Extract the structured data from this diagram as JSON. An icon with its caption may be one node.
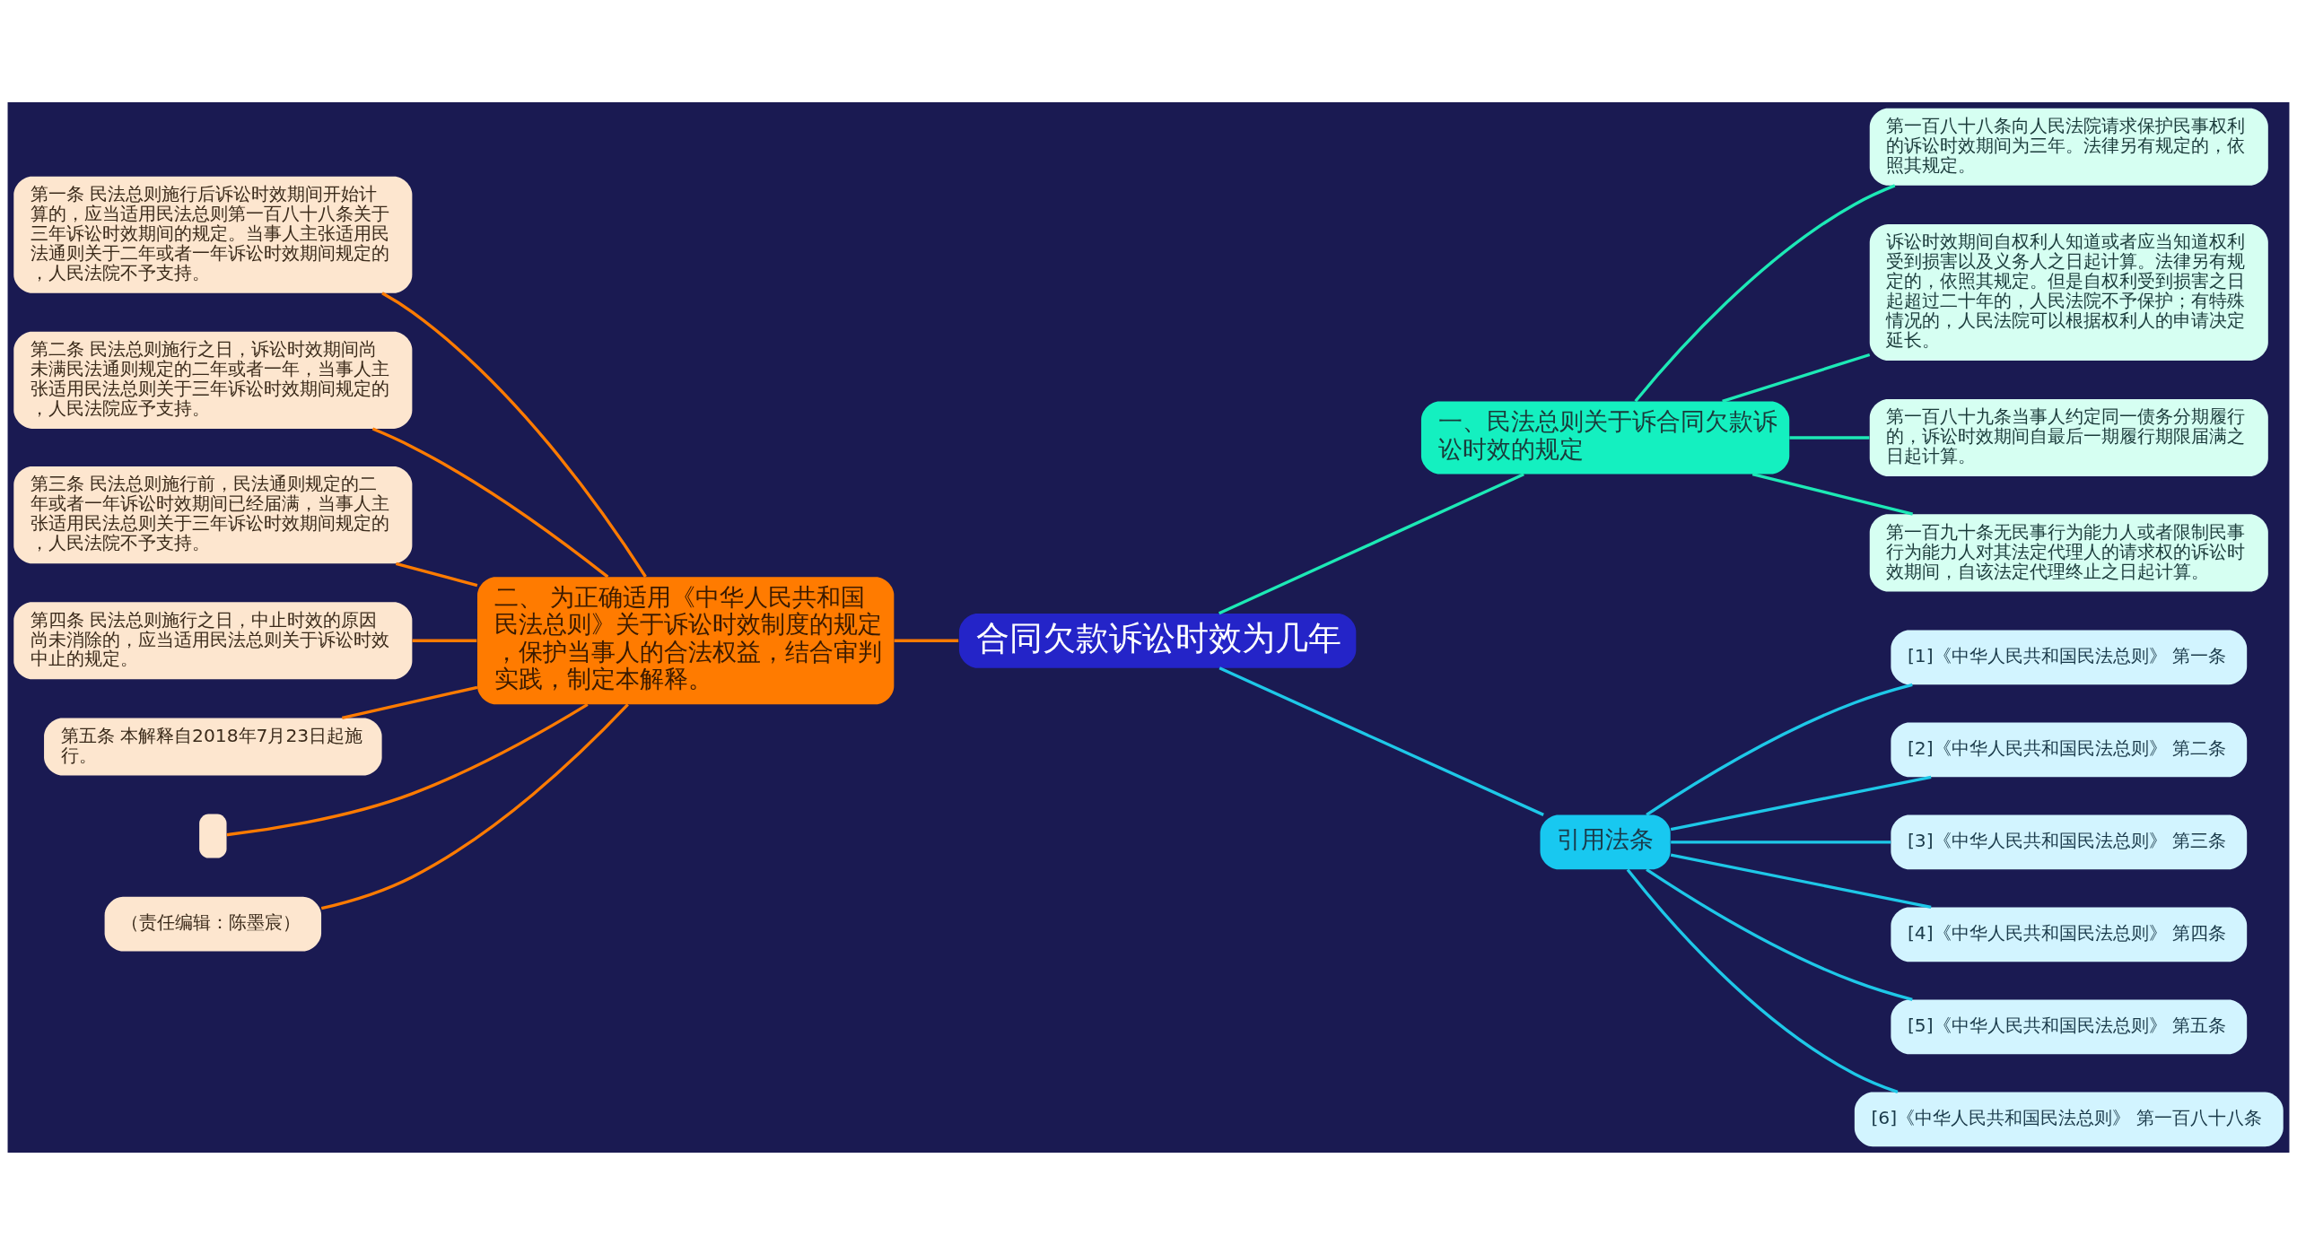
{
  "diagram": {
    "nodes": [
      {
        "text": [
          "合同欠款诉讼时效为几年"
        ]
      },
      {
        "text": [
          "二、 为正确适用《中华人民共和国民法总则》关于诉讼时效制度的规定，保护当事人的合法权益，结合审判实践，制定本解释。"
        ]
      },
      {
        "text": [
          "第一条 民法总则施行后诉讼时效期间开始计算的，应当适用民法总则第一百八十八条关于三年诉讼时效期间的规定。当事人主张适用民法通则关于二年或者一年诉讼时效期间规定的，人民法院不予支持。"
        ]
      },
      {
        "text": [
          "第二条 民法总则施行之日，诉讼时效期间尚未满民法通则规定的二年或者一年，当事人主张适用民法总则关于三年诉讼时效期间规定的，人民法院应予支持。"
        ]
      },
      {
        "text": [
          "第三条 民法总则施行前，民法通则规定的二年或者一年诉讼时效期间已经届满，当事人主张适用民法总则关于三年诉讼时效期间规定的，人民法院不予支持。"
        ]
      },
      {
        "text": [
          "第四条 民法总则施行之日，中止时效的原因尚未消除的，应当适用民法总则关于诉讼时效中止的规定。"
        ]
      },
      {
        "text": [
          "第五条 本解释自2018年7月23日起施行。"
        ]
      },
      {
        "text": [],
        "shape": "box"
      },
      {
        "text": [
          "（责任编辑：陈墨宸）"
        ]
      },
      {
        "text": [
          "一、民法总则关于诉合同欠款诉讼时效的规定"
        ]
      },
      {
        "text": [
          "第一百八十八条向人民法院请求保护民事权利的诉讼时效期间为三年。法律另有规定的，依照其规定。"
        ]
      },
      {
        "text": [
          "诉讼时效期间自权利人知道或者应当知道权利受到损害以及义务人之日起计算。法律另有规定的，依照其规定。但是自权利受到损害之日起超过二十年的，人民法院不予保护；有特殊情况的，人民法院可以根据权利人的申请决定延长。"
        ]
      },
      {
        "text": [
          "第一百八十九条当事人约定同一债务分期履行的，诉讼时效期间自最后一期履行期限届满之日起计算。"
        ]
      },
      {
        "text": [
          "第一百九十条无民事行为能力人或者限制民事行为能力人对其法定代理人的请求权的诉讼时效期间，自该法定代理终止之日起计算。"
        ]
      },
      {
        "text": [
          "引用法条"
        ]
      },
      {
        "text": [
          "[1]《中华人民共和国民法总则》 第一条"
        ]
      },
      {
        "text": [
          "[2]《中华人民共和国民法总则》 第二条"
        ]
      },
      {
        "text": [
          "[3]《中华人民共和国民法总则》 第三条"
        ]
      },
      {
        "text": [
          "[4]《中华人民共和国民法总则》 第四条"
        ]
      },
      {
        "text": [
          "[5]《中华人民共和国民法总则》 第五条"
        ]
      },
      {
        "text": [
          "[6]《中华人民共和国民法总则》 第一百八十八条"
        ]
      }
    ],
    "edges": [
      {
        "from": 0,
        "to": 1,
        "arrow": "none"
      },
      {
        "from": 1,
        "to": 2,
        "arrow": "none"
      },
      {
        "from": 1,
        "to": 3,
        "arrow": "none"
      },
      {
        "from": 1,
        "to": 4,
        "arrow": "none"
      },
      {
        "from": 1,
        "to": 5,
        "arrow": "none"
      },
      {
        "from": 1,
        "to": 6,
        "arrow": "none"
      },
      {
        "from": 1,
        "to": 7,
        "arrow": "none"
      },
      {
        "from": 1,
        "to": 8,
        "arrow": "none"
      },
      {
        "from": 0,
        "to": 9,
        "arrow": "none",
        "color": "#1de9b6"
      },
      {
        "from": 9,
        "to": 10,
        "arrow": "none",
        "color": "#1de9b6"
      },
      {
        "from": 9,
        "to": 11,
        "arrow": "none",
        "color": "#1de9b6"
      },
      {
        "from": 9,
        "to": 12,
        "arrow": "none",
        "color": "#1de9b6"
      },
      {
        "from": 9,
        "to": 13,
        "arrow": "none",
        "color": "#1de9b6"
      },
      {
        "from": 0,
        "to": 14,
        "arrow": "none",
        "color": "#1ec8e8"
      },
      {
        "from": 14,
        "to": 15,
        "arrow": "none",
        "color": "#1ec8e8"
      },
      {
        "from": 14,
        "to": 16,
        "arrow": "none",
        "color": "#1ec8e8"
      },
      {
        "from": 14,
        "to": 17,
        "arrow": "none",
        "color": "#1ec8e8"
      },
      {
        "from": 14,
        "to": 18,
        "arrow": "none",
        "color": "#1ec8e8"
      },
      {
        "from": 14,
        "to": 19,
        "arrow": "none",
        "color": "#1ec8e8"
      },
      {
        "from": 14,
        "to": 20,
        "arrow": "none",
        "color": "#1ec8e8"
      }
    ]
  }
}
